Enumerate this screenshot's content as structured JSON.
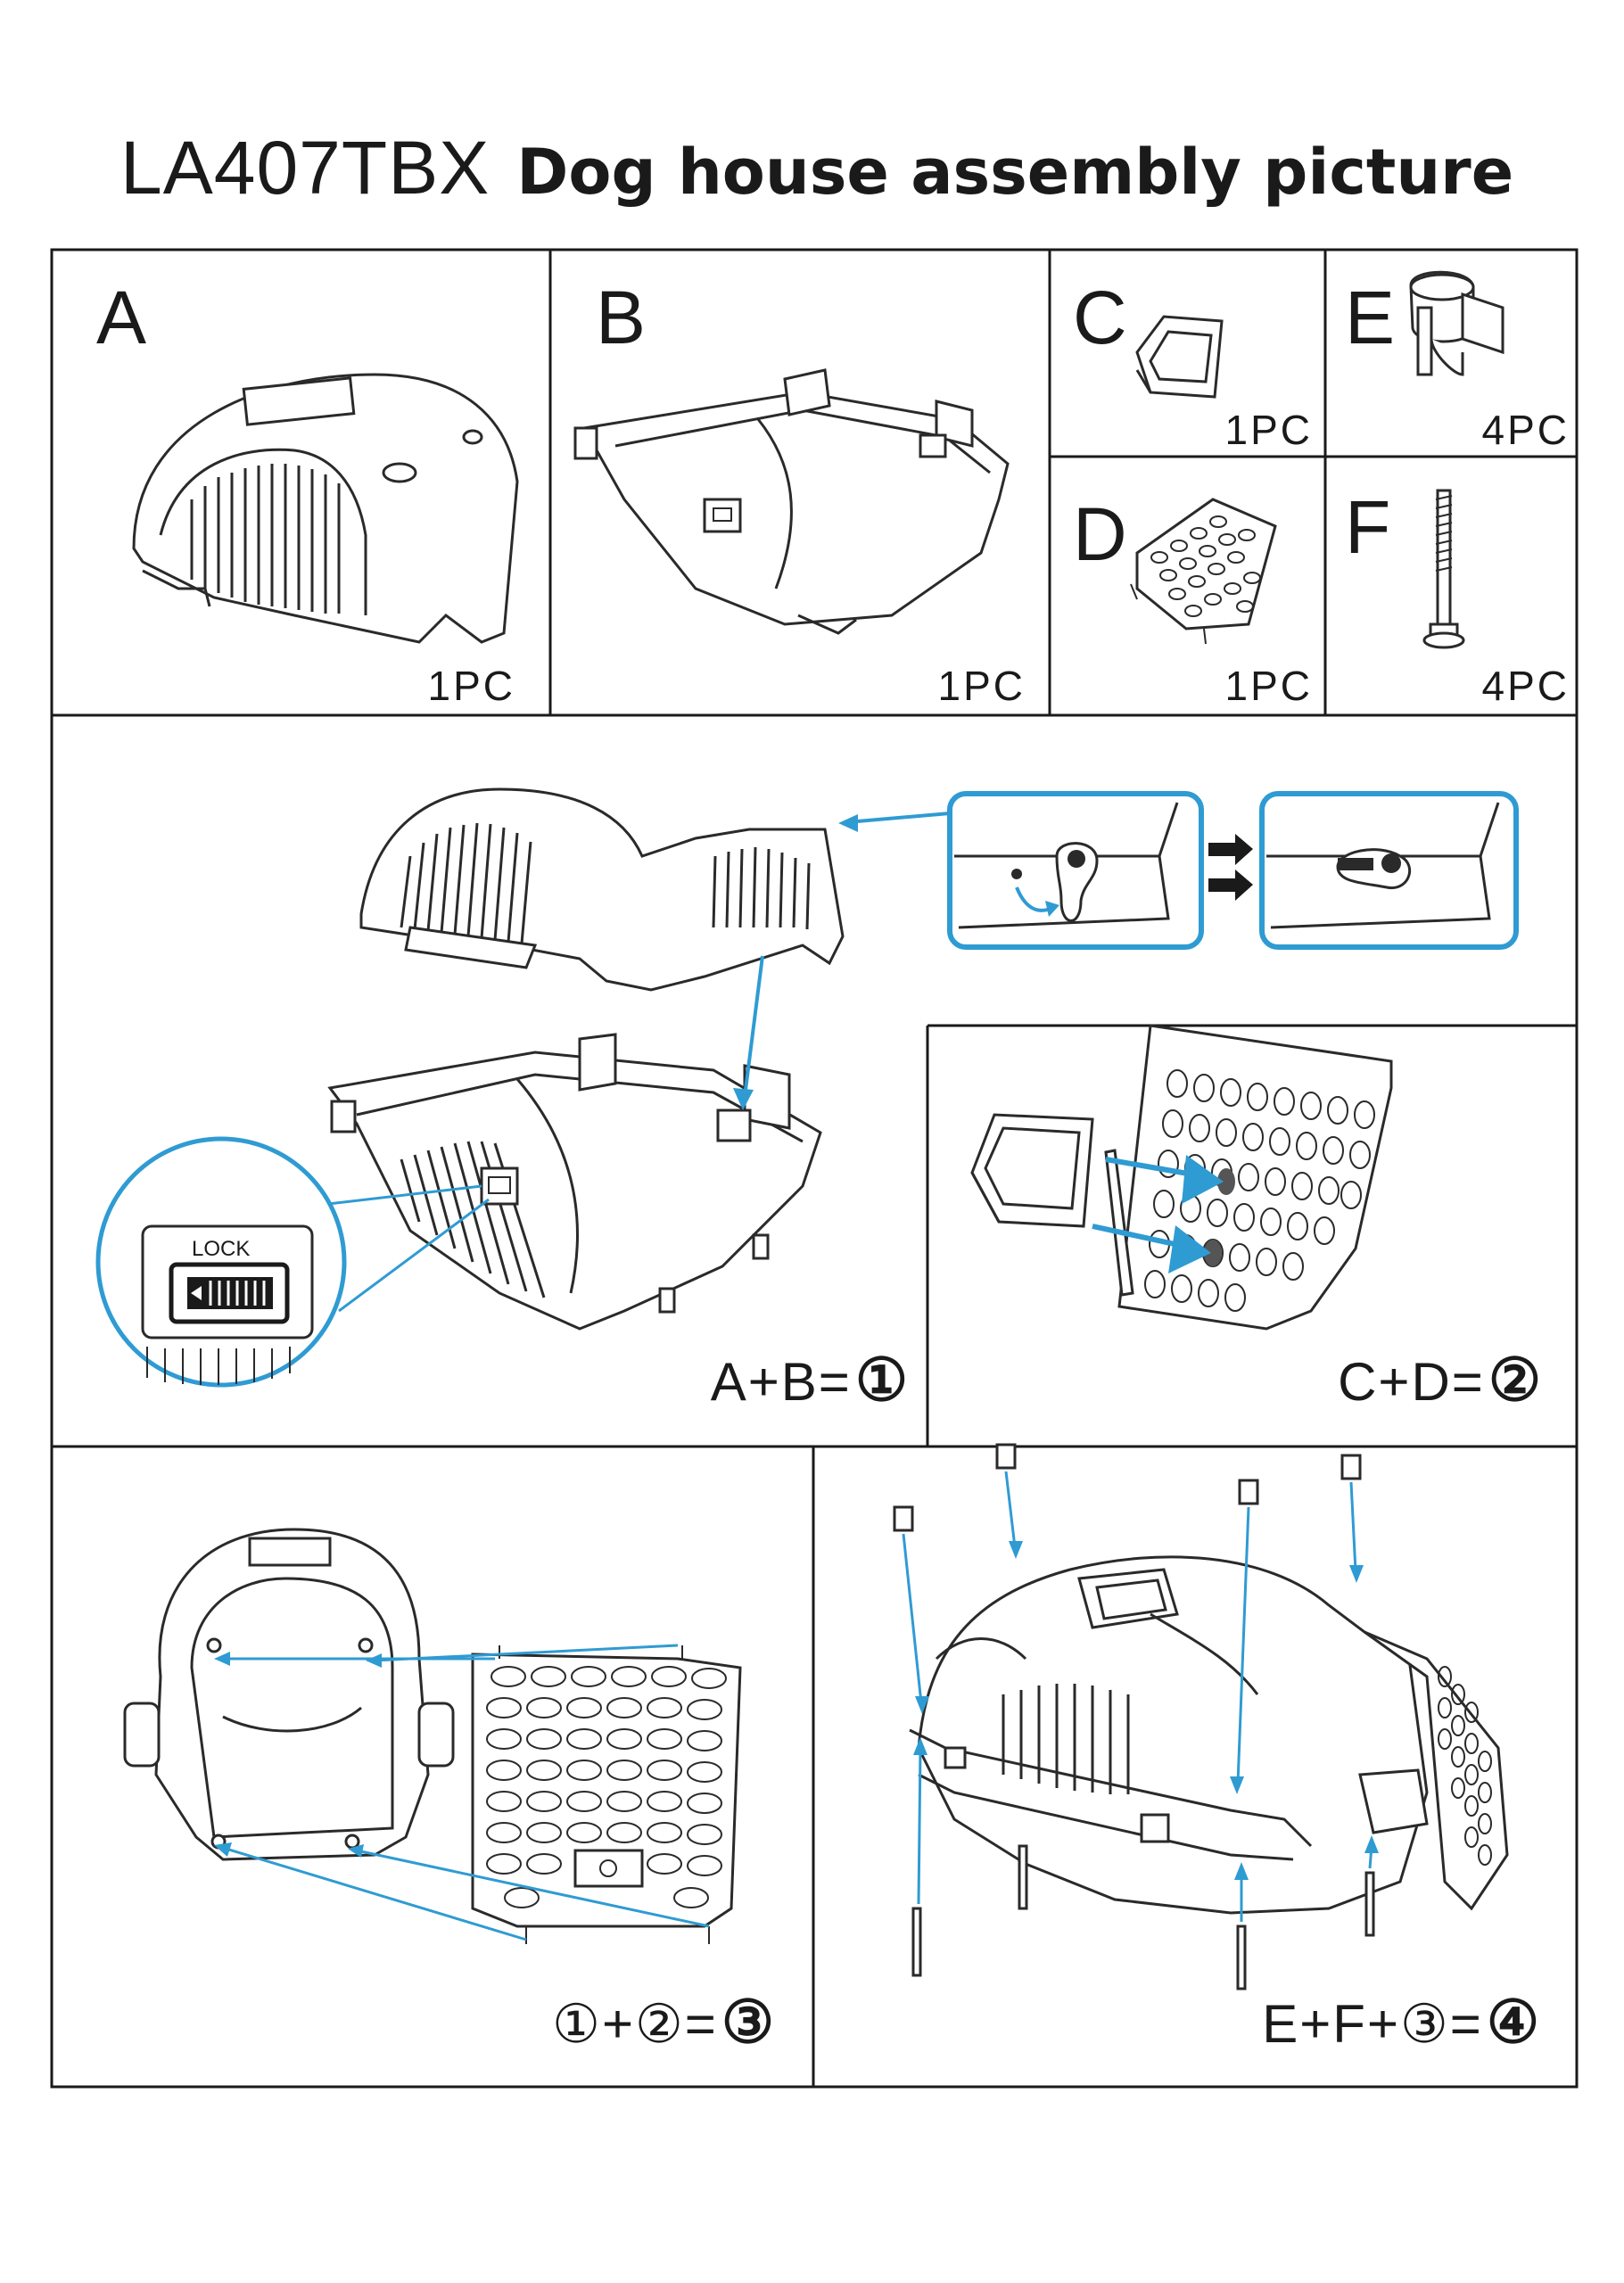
{
  "title": {
    "model": "LA407TBX",
    "description": "Dog house assembly picture"
  },
  "parts": [
    {
      "letter": "A",
      "qty": "1PC"
    },
    {
      "letter": "B",
      "qty": "1PC"
    },
    {
      "letter": "C",
      "qty": "1PC"
    },
    {
      "letter": "E",
      "qty": "4PC"
    },
    {
      "letter": "D",
      "qty": "1PC"
    },
    {
      "letter": "F",
      "qty": "4PC"
    }
  ],
  "steps": [
    {
      "formula": "A+B=",
      "result": "①"
    },
    {
      "formula": "C+D=",
      "result": "②"
    },
    {
      "formula": "①+②=",
      "result": "③"
    },
    {
      "formula": "E+F+③=",
      "result": "④"
    }
  ],
  "lock_label": "LOCK",
  "colors": {
    "accent": "#2f9bd3",
    "line": "#2a2a2a"
  }
}
